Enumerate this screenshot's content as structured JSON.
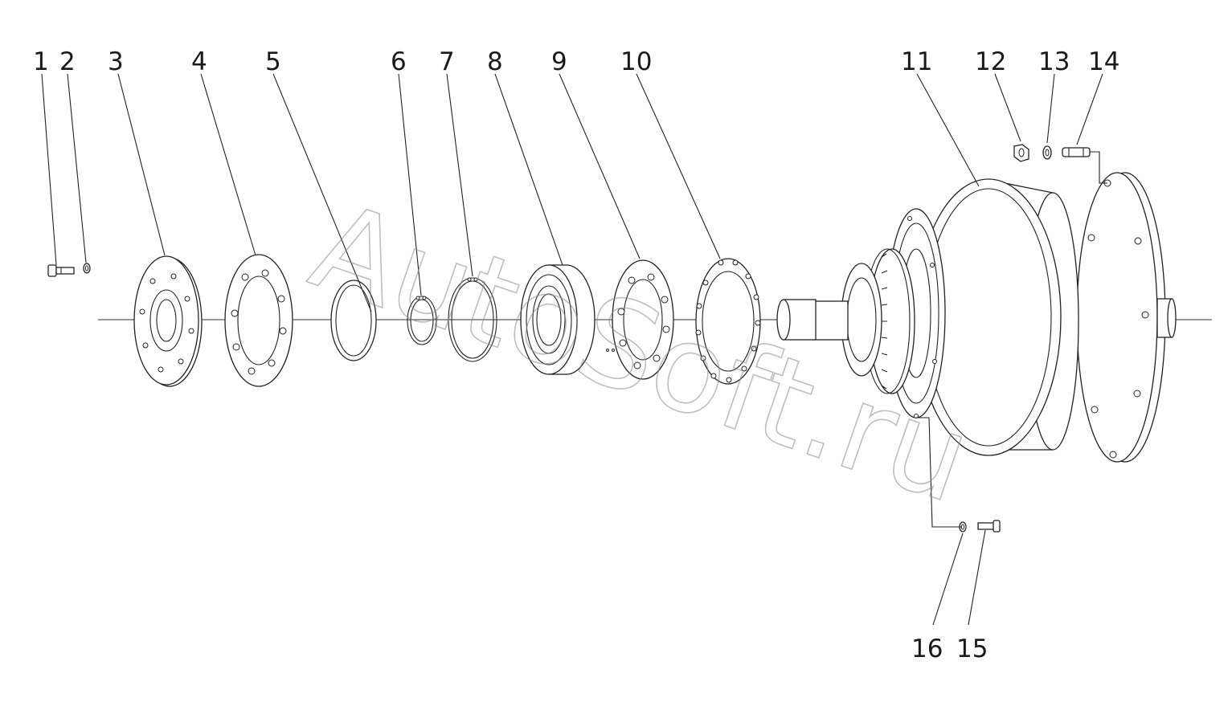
{
  "watermark": "AutoSoft.ru",
  "callouts": [
    {
      "id": "1",
      "label": "1"
    },
    {
      "id": "2",
      "label": "2"
    },
    {
      "id": "3",
      "label": "3"
    },
    {
      "id": "4",
      "label": "4"
    },
    {
      "id": "5",
      "label": "5"
    },
    {
      "id": "6",
      "label": "6"
    },
    {
      "id": "7",
      "label": "7"
    },
    {
      "id": "8",
      "label": "8"
    },
    {
      "id": "9",
      "label": "9"
    },
    {
      "id": "10",
      "label": "10"
    },
    {
      "id": "11",
      "label": "11"
    },
    {
      "id": "12",
      "label": "12"
    },
    {
      "id": "13",
      "label": "13"
    },
    {
      "id": "14",
      "label": "14"
    },
    {
      "id": "15",
      "label": "15"
    },
    {
      "id": "16",
      "label": "16"
    }
  ],
  "colors": {
    "line": "#222222",
    "background": "#ffffff",
    "watermark": "#8a8a8a"
  }
}
